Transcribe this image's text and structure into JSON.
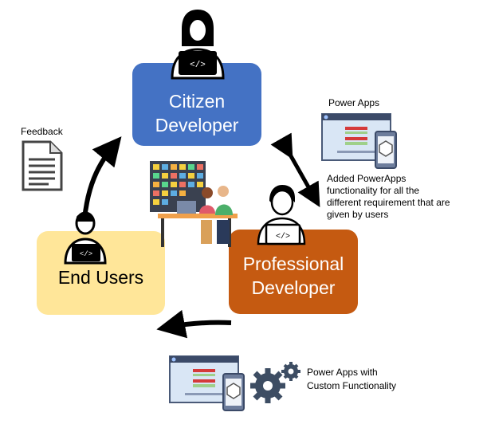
{
  "nodes": {
    "citizen": {
      "line1": "Citizen",
      "line2": "Developer",
      "color": "#4472c4"
    },
    "professional": {
      "line1": "Professional",
      "line2": "Developer",
      "color": "#c55a11"
    },
    "end_users": {
      "label": "End Users",
      "color": "#ffe699"
    }
  },
  "labels": {
    "feedback": "Feedback",
    "power_apps": "Power Apps",
    "added": "Added PowerApps functionality for all the different requirement that are given by users",
    "power_apps_custom_1": "Power Apps with",
    "power_apps_custom_2": "Custom Functionality"
  },
  "icons": [
    "developer-person-icon",
    "document-icon",
    "app-screen-icon",
    "gears-icon",
    "team-at-board-icon"
  ]
}
